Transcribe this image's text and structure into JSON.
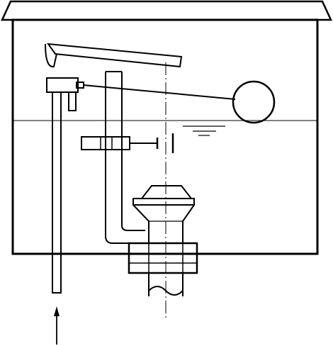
{
  "diagram": {
    "stroke_color": "#000000",
    "background": "#ffffff",
    "components": [
      "tank-lid",
      "tank-body",
      "flush-lever",
      "float-arm",
      "float-ball",
      "inlet-valve",
      "water-inlet-pipe",
      "overflow-tube",
      "water-level-line",
      "water-surface-symbol",
      "adjusting-screw",
      "flush-valve",
      "flush-pipe",
      "inflow-arrow"
    ]
  }
}
